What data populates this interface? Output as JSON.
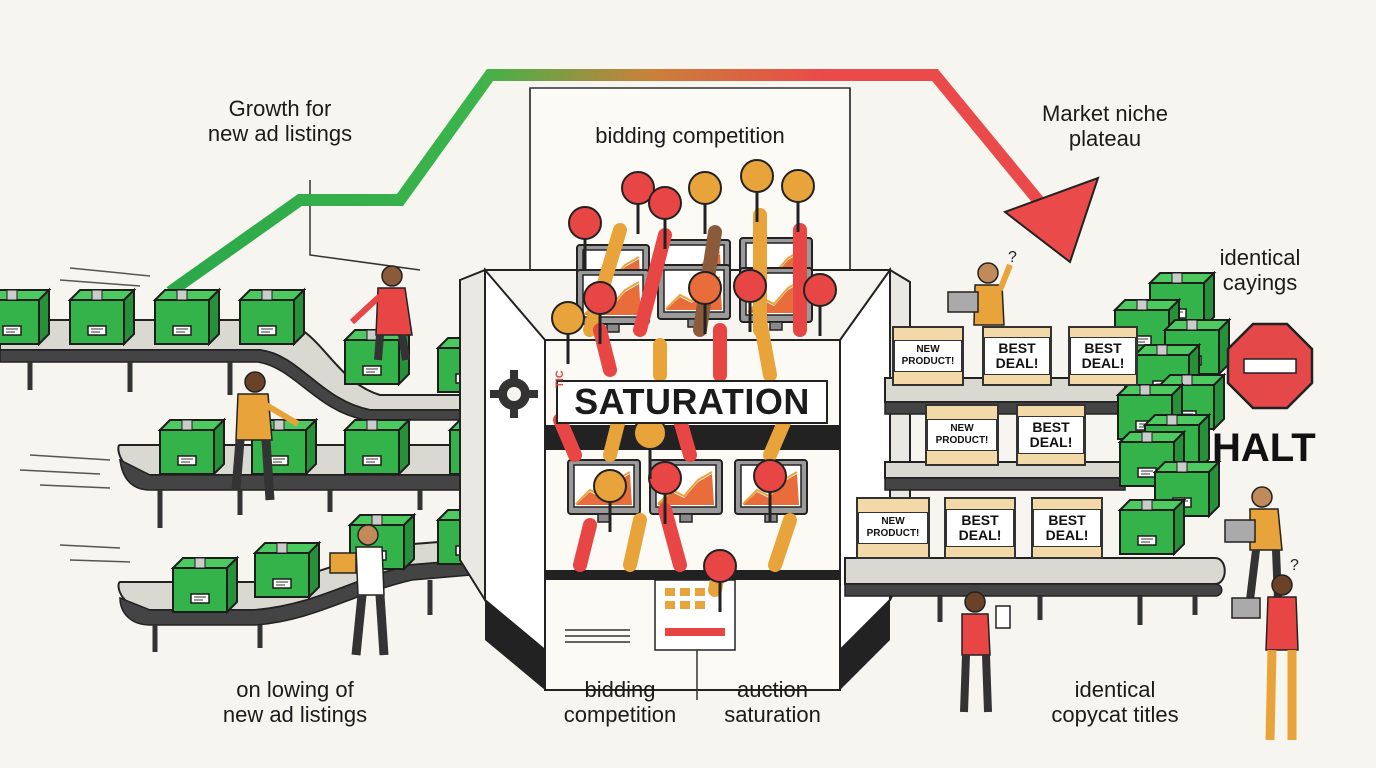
{
  "labels": {
    "growth": [
      "Growth for",
      "new ad listings"
    ],
    "bidding_top": "bidding competition",
    "market": [
      "Market niche",
      "plateau"
    ],
    "identical_cayings": [
      "identical",
      "cayings"
    ],
    "halt": "HALT",
    "saturation": "SATURATION",
    "saturation_side": "TIC",
    "lowing": [
      "on lowing of",
      "new ad listings"
    ],
    "bidding_bottom": [
      "bidding",
      "competition"
    ],
    "auction": [
      "auction",
      "saturation"
    ],
    "copycat": [
      "identical",
      "copycat titles"
    ]
  },
  "signs": {
    "new_product": "NEW PRODUCT!",
    "best_deal": "BEST DEAL!"
  },
  "colors": {
    "background": "#f6f5ef",
    "box_green": "#34b34a",
    "arrow_green": "#2ba84a",
    "arrow_red": "#ea4a4a",
    "paddle_red": "#e84545",
    "paddle_orange": "#e8a43a",
    "sign_tan": "#f3d9a8",
    "stop_red": "#e54848",
    "belt": "#d9d9d2"
  },
  "icons": [
    "stop-sign-icon",
    "gear-icon",
    "question-mark-icon",
    "trend-arrow-icon",
    "box-icon",
    "monitor-icon",
    "paddle-icon"
  ]
}
